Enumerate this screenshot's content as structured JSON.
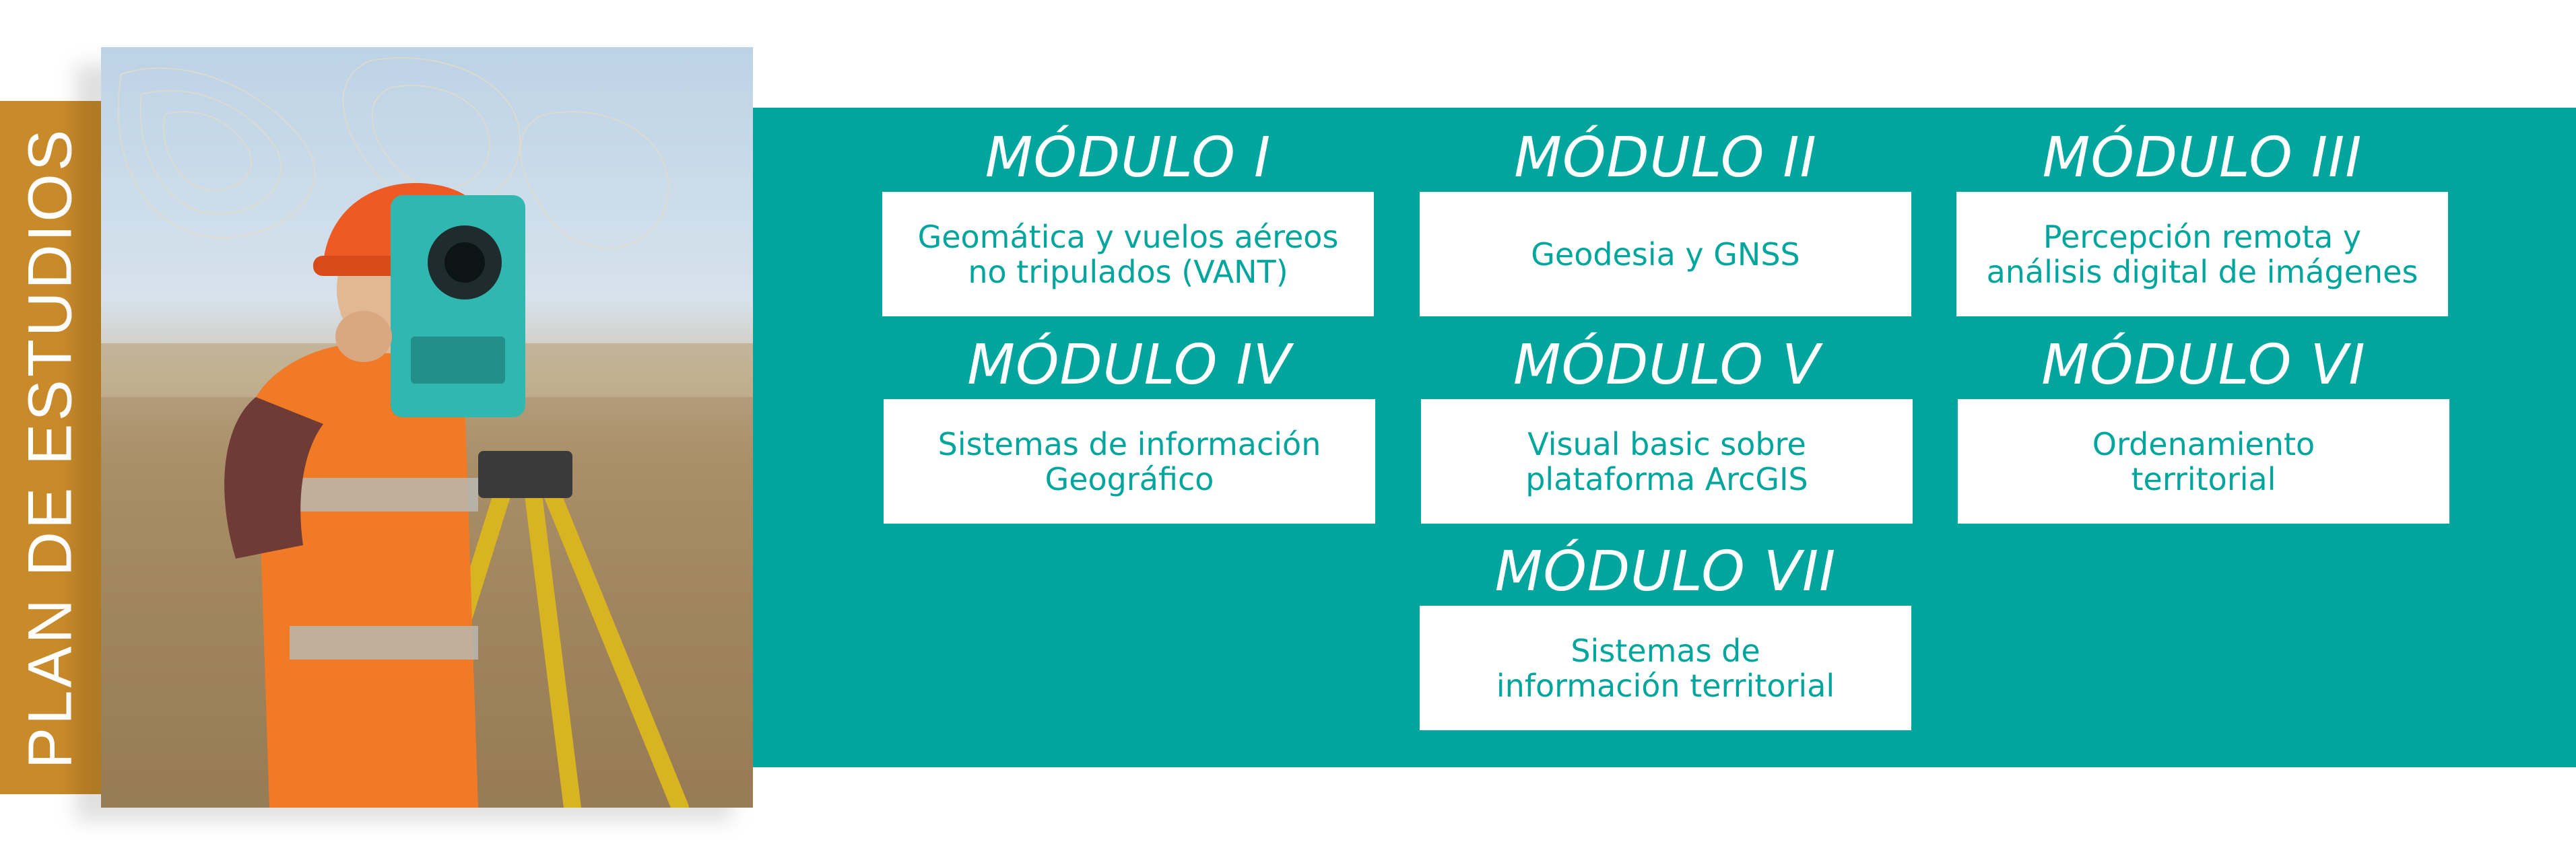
{
  "side_title": "PLAN DE ESTUDIOS",
  "modules": [
    {
      "title": "MÓDULO I",
      "subject": "Geomática y vuelos aéreos\nno tripulados (VANT)"
    },
    {
      "title": "MÓDULO II",
      "subject": "Geodesia y GNSS"
    },
    {
      "title": "MÓDULO III",
      "subject": "Percepción remota y\nanálisis digital de imágenes"
    },
    {
      "title": "MÓDULO IV",
      "subject": "Sistemas de información\nGeográfico"
    },
    {
      "title": "MÓDULO V",
      "subject": "Visual basic sobre\nplataforma ArcGIS"
    },
    {
      "title": "MÓDULO VI",
      "subject": "Ordenamiento\nterritorial"
    },
    {
      "title": "MÓDULO VII",
      "subject": "Sistemas de\ninformación territorial"
    }
  ],
  "colors": {
    "teal": "#00a69d",
    "orange": "#c98a2a",
    "white": "#ffffff"
  }
}
